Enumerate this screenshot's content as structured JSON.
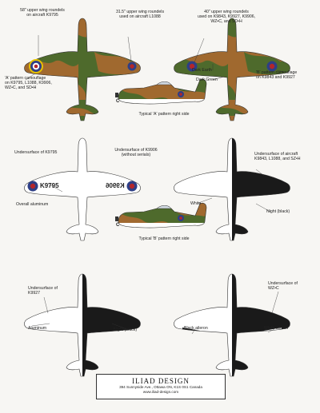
{
  "labels": {
    "roundel_58": "58\" upper wing roundels\non aircraft K9795",
    "roundel_31": "31.5\" upper wing roundels\nused on aircraft L1088",
    "roundel_40": "40\" upper wing roundels\nused on K9843, K9927, K9906,\nWZ•C, and SD•H",
    "pattern_a": "'A' pattern camouflage\non K9795, L1088, K9906,\nWZ•C, and SD•H",
    "pattern_b": "'B' pattern camouflage\non K9843 and K9927",
    "dark_earth": "Dark Earth",
    "dark_green": "Dark Green",
    "typical_a": "Typical 'A' pattern right side",
    "under_k9795": "Undersurface of K9795",
    "under_k9906": "Undersurface of K9906\n(without serials)",
    "under_aircraft": "Undersurface of aircraft\nK9843, L1088, and SZ•H",
    "overall_aluminum": "Overall aluminum",
    "white": "White",
    "night_black": "Night (black)",
    "typical_b": "Typical 'B' pattern right side",
    "under_k9927": "Undersurface of\nK9927",
    "aluminum": "Aluminum",
    "night_black_2": "Night (black)",
    "under_wzc": "Undersurface of\nWZ•C",
    "black_aileron": "Black aileron",
    "white_aileron": "White aileron",
    "serial_left": "K9795",
    "serial_right": "K9906",
    "letter_c1": "C",
    "letter_c2": "C"
  },
  "footer": {
    "brand": "ILIAD DESIGN",
    "address": "394 Sunnyside Ave., Ottawa ON, K1S 0S1  Canada",
    "website": "www.iliad-design.com"
  },
  "colors": {
    "dark_earth": "#a0692f",
    "dark_green": "#4e6a2c",
    "night": "#1a1a1a",
    "aluminum": "#ffffff",
    "roundel_blue": "#2e3f86",
    "roundel_red": "#b3262b",
    "roundel_yellow": "#e6c200"
  }
}
